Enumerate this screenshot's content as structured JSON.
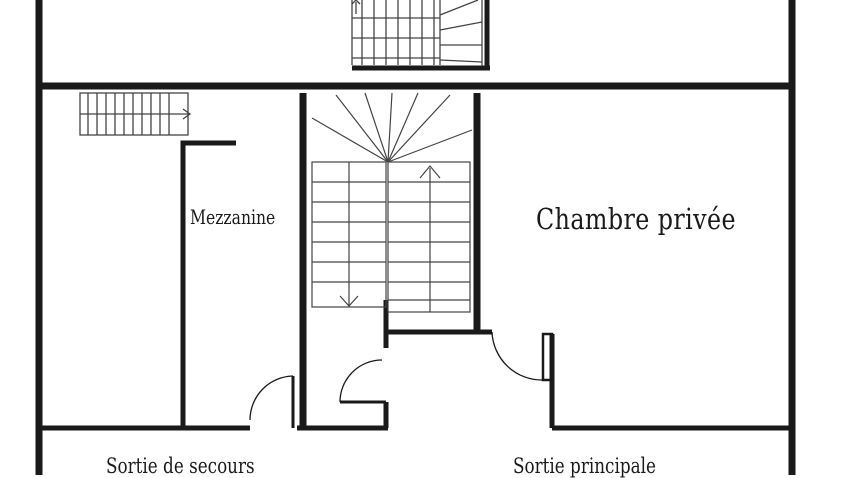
{
  "rooms": {
    "chambre_privee": "Chambre privée",
    "mezzanine": "Mezzanine"
  },
  "exits": {
    "sortie_secours": "Sortie de secours",
    "sortie_principale": "Sortie principale"
  },
  "colors": {
    "wall": "#1a1a1a",
    "stair": "#444444",
    "background": "#ffffff"
  }
}
